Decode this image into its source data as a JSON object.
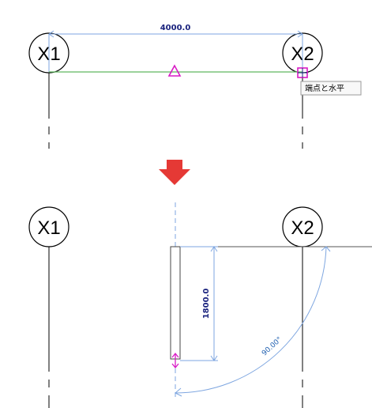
{
  "top_view": {
    "grid_left_label": "X1",
    "grid_right_label": "X2",
    "dimension_value": "4000.0",
    "snap_tooltip": "端点と水平"
  },
  "bottom_view": {
    "grid_left_label": "X1",
    "grid_right_label": "X2",
    "door_dimension_value": "1800.0",
    "swing_angle_value": "90.00°"
  },
  "colors": {
    "dimension_blue": "#7ea6e0",
    "text_navy": "#1a237e",
    "wall_green": "#5fb85f",
    "snap_magenta": "#d81bc5",
    "arrow_red": "#e53935"
  },
  "icons": {
    "down_arrow": "down-arrow-icon",
    "midpoint_snap": "triangle-icon",
    "endpoint_snap": "square-icon",
    "flip_control": "double-arrow-icon"
  }
}
